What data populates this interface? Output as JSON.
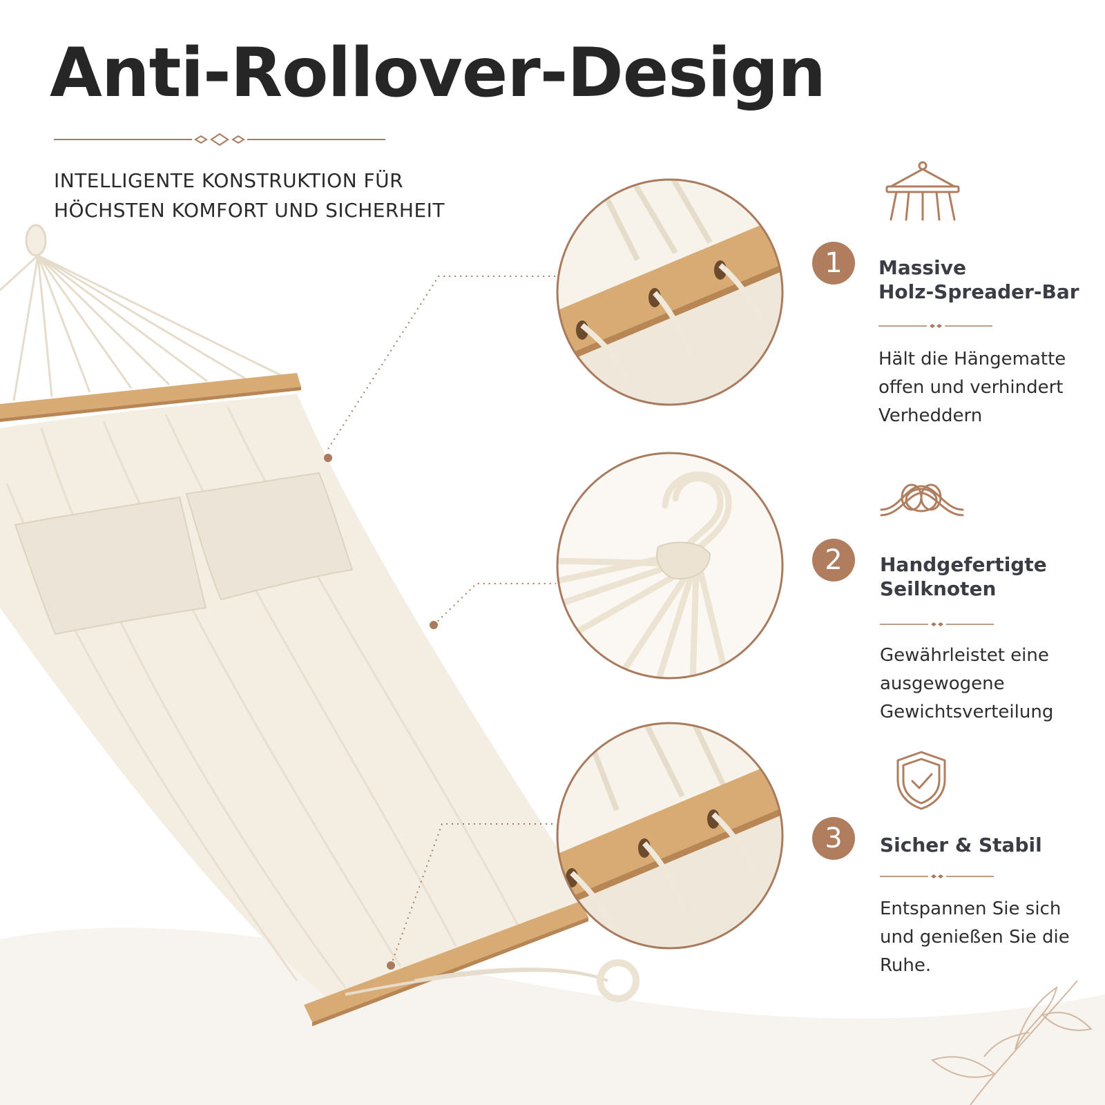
{
  "header": {
    "title": "Anti-Rollover-Design",
    "subtitle_lines": [
      "INTELLIGENTE KONSTRUKTION FÜR",
      "HÖCHSTEN KOMFORT UND SICHERHEIT"
    ]
  },
  "features": [
    {
      "number": "1",
      "icon": "chandelier-hanging-icon",
      "title_lines": [
        "Massive",
        "Holz-Spreader-Bar"
      ],
      "desc_lines": [
        "Hält die Hängematte",
        "offen und verhindert",
        "Verheddern"
      ]
    },
    {
      "number": "2",
      "icon": "rope-knot-icon",
      "title_lines": [
        "Handgefertigte",
        "Seilknoten"
      ],
      "desc_lines": [
        "Gewährleistet eine",
        "ausgewogene",
        "Gewichtsverteilung"
      ]
    },
    {
      "number": "3",
      "icon": "shield-check-icon",
      "title_lines": [
        "Sicher & Stabil"
      ],
      "desc_lines": [
        "Entspannen Sie sich",
        "und genießen Sie die",
        "Ruhe."
      ]
    }
  ],
  "colors": {
    "accent": "#b07e5f",
    "wood": "#d9ab74",
    "fabric": "#f3ede2",
    "rope": "#ece3d2",
    "divider": "#a87b5e"
  }
}
